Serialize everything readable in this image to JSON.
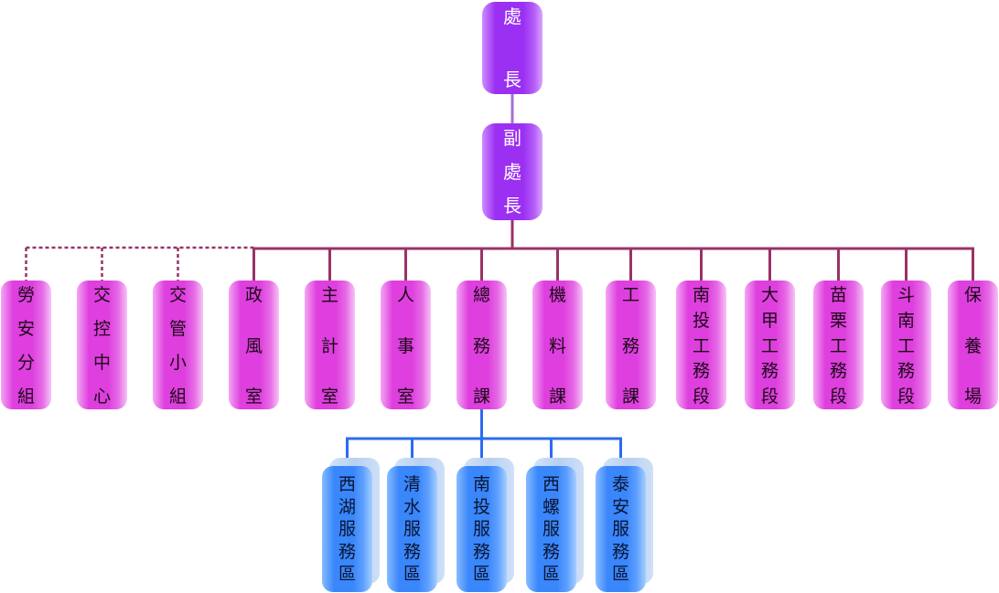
{
  "org_chart": {
    "director": {
      "label": "處長"
    },
    "deputy_director": {
      "label": "副處長"
    },
    "units": [
      {
        "label": "勞安分組",
        "dashed_link": true
      },
      {
        "label": "交控中心",
        "dashed_link": true
      },
      {
        "label": "交管小組",
        "dashed_link": true
      },
      {
        "label": "政風室"
      },
      {
        "label": "主計室"
      },
      {
        "label": "人事室"
      },
      {
        "label": "總務課",
        "children": [
          {
            "label": "西湖服務區"
          },
          {
            "label": "清水服務區"
          },
          {
            "label": "南投服務區"
          },
          {
            "label": "西螺服務區"
          },
          {
            "label": "泰安服務區"
          }
        ]
      },
      {
        "label": "機料課"
      },
      {
        "label": "工務課"
      },
      {
        "label": "南投工務段"
      },
      {
        "label": "大甲工務段"
      },
      {
        "label": "苗栗工務段"
      },
      {
        "label": "斗南工務段"
      },
      {
        "label": "保養場"
      }
    ]
  },
  "colors": {
    "leadership_fill": "#9b2ff2",
    "unit_fill": "#de3fde",
    "service_area_fill": "#3a86fb",
    "leadership_connector": "#a66fd6",
    "main_connector": "#993366",
    "service_connector": "#2b6cf0"
  }
}
